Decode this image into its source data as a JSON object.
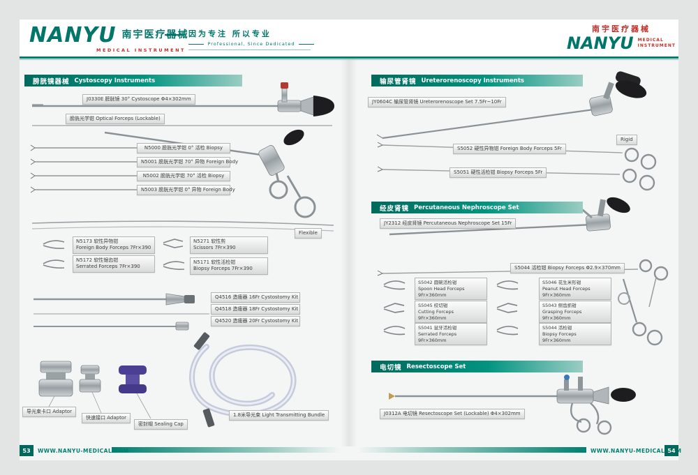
{
  "header": {
    "logo_left": {
      "name": "NANYU",
      "cn": "南宇医疗器械",
      "sub": "MEDICAL  INSTRUMENT"
    },
    "slogan": {
      "cn": "因为专注 所以专业",
      "en": "Professional, Since Dedicated"
    },
    "logo_right": {
      "cn": "南宇医疗器械",
      "name": "NANYU",
      "sub1": "MEDICAL",
      "sub2": "INSTRUMENT"
    }
  },
  "footer": {
    "page_left": "53",
    "page_right": "54",
    "url_left": "WWW.NANYU-MEDICAL.COM",
    "url_right": "WWW.NANYU-MEDICAL.COM"
  },
  "sections": {
    "cysto": {
      "cn": "膀胱镜器械",
      "en": "Cystoscopy Instruments"
    },
    "uretero": {
      "cn": "输尿管肾镜",
      "en": "Ureterorenoscopy Instruments"
    },
    "nephro": {
      "cn": "经皮肾镜",
      "en": "Percutaneous Nephroscope Set"
    },
    "resect": {
      "cn": "电切镜",
      "en": "Resectoscope Set"
    }
  },
  "labels": {
    "cystoscope": "J0330E 膀胱镜 30°  Cystoscope  Φ4×302mm",
    "optical_forceps": "膀胱光学钳 Optical Forceps (Lockable)",
    "n5000": "N5000 膀胱光学钳  0°  活检 Biopsy",
    "n5001": "N5001 膀胱光学钳 70°  异物 Foreign Body",
    "n5002": "N5002 膀胱光学钳 70°  活检 Biopsy",
    "n5003": "N5003 膀胱光学钳  0°  异物 Foreign Body",
    "flexible": "Flexible",
    "n5173_1": "N5173 软性异物钳",
    "n5173_2": "Foreign Body Forceps 7Fr×390",
    "n5271_1": "N5271 软性剪",
    "n5271_2": "Scissors 7Fr×390",
    "n5172_1": "N5172 软性锯齿钳",
    "n5172_2": "Serrated Forceps 7Fr×390",
    "n5171_1": "N5171 软性活检钳",
    "n5171_2": "Biopsy Forceps 7Fr×390",
    "q4516": "Q4516 造瘘器 16Fr Cystostomy Kit",
    "q4518": "Q4518 造瘘器 18Fr Cystostomy Kit",
    "q4520": "Q4520 造瘘器 20Fr Cystostomy Kit",
    "adaptor1": "导光束卡口 Adaptor",
    "adaptor2": "快速接口 Adaptor",
    "sealing_cap": "密封帽 Sealing Cap",
    "light_bundle": "1.8米导光束  Light Transmitting Bundle",
    "jy0604c": "JY0604C 输尿管肾镜 Ureterorenoscope Set 7.5Fr~10Fr",
    "rigid": "Rigid",
    "s5052": "S5052 硬性异物钳 Foreign Body Forceps 5Fr",
    "s5051": "S5051 硬性活检钳 Biopsy Forceps 5Fr",
    "jy2312": "JY2312 经皮肾镜 Percutaneous Nephroscope Set 15Fr",
    "s5044_long": "S5044 活检钳 Biopsy Forceps  Φ2.9×370mm",
    "s5042_1": "S5042 圆碗活检钳",
    "s5042_2": "Spoon Head Forceps",
    "s5042_3": "9Fr×360mm",
    "s5045_1": "S5045 绞切钳",
    "s5045_2": "Cutting Forceps",
    "s5045_3": "9Fr×360mm",
    "s5041_1": "S5041 鼠牙活检钳",
    "s5041_2": "Serrated Forceps",
    "s5041_3": "9Fr×360mm",
    "s5046_1": "S5046 花生米形钳",
    "s5046_2": "Peanut Head Forceps",
    "s5046_3": "9Fr×360mm",
    "s5043_1": "S5043 侧齿抓钳",
    "s5043_2": "Grasping Forceps",
    "s5043_3": "9Fr×360mm",
    "s5044g_1": "S5044 活检钳",
    "s5044g_2": "Biopsy Forceps",
    "s5044g_3": "9Fr×360mm",
    "j0312a": "J0312A 电切镜 Resectoscope Set (Lockable)  Φ4×302mm"
  }
}
